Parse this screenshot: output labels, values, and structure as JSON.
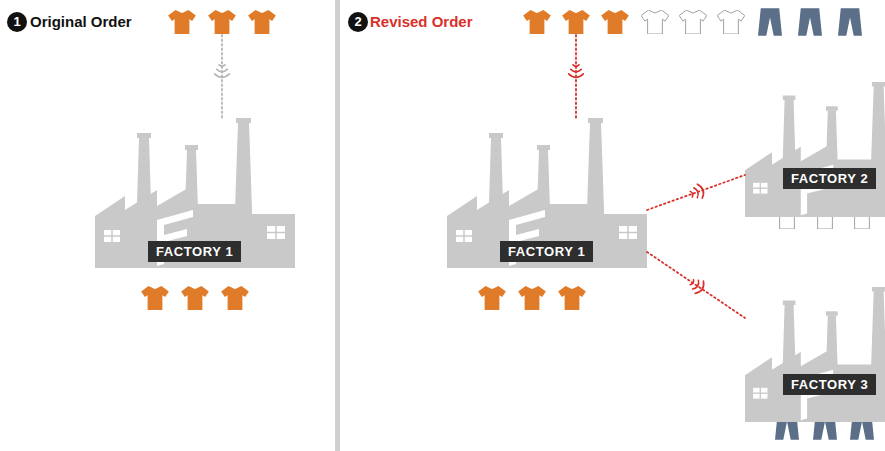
{
  "diagram": {
    "nodes": [
      {
        "text": [
          "Original Order"
        ]
      },
      {
        "text": [
          "FACTORY 1"
        ]
      },
      {
        "text": [
          "Revised Order"
        ]
      },
      {
        "text": [
          "FACTORY 1"
        ]
      },
      {
        "text": [
          "FACTORY 2"
        ]
      },
      {
        "text": [
          "FACTORY 3"
        ]
      }
    ],
    "edges": [
      {
        "from": 0,
        "to": 1,
        "arrow": "none"
      },
      {
        "from": 2,
        "to": 3,
        "arrow": "none"
      },
      {
        "from": 3,
        "to": 4,
        "arrow": "none"
      },
      {
        "from": 3,
        "to": 5,
        "arrow": "none"
      }
    ],
    "labels": [
      "1",
      "2"
    ]
  }
}
